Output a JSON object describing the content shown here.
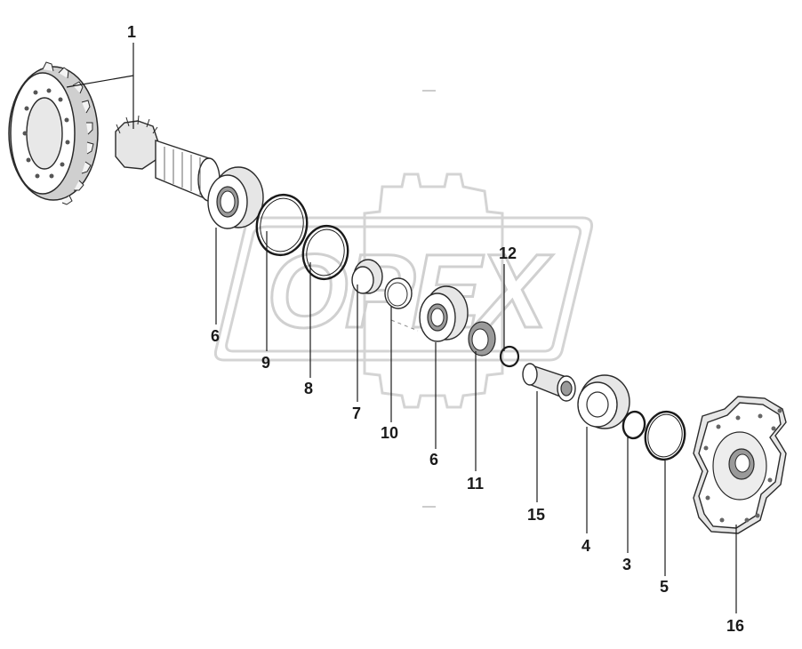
{
  "callouts": [
    {
      "id": "c1",
      "number": "1"
    },
    {
      "id": "c12",
      "number": "12"
    },
    {
      "id": "c6a",
      "number": "6"
    },
    {
      "id": "c9",
      "number": "9"
    },
    {
      "id": "c8",
      "number": "8"
    },
    {
      "id": "c7",
      "number": "7"
    },
    {
      "id": "c10",
      "number": "10"
    },
    {
      "id": "c6b",
      "number": "6"
    },
    {
      "id": "c11",
      "number": "11"
    },
    {
      "id": "c15",
      "number": "15"
    },
    {
      "id": "c4",
      "number": "4"
    },
    {
      "id": "c3",
      "number": "3"
    },
    {
      "id": "c5",
      "number": "5"
    },
    {
      "id": "c16",
      "number": "16"
    }
  ],
  "watermark": {
    "text": "OPEX",
    "icon": "gear-logo-icon"
  },
  "colors": {
    "line": "#1a1a1a",
    "watermark": "#d4d4d4",
    "part_fill": "#e6e6e6"
  }
}
